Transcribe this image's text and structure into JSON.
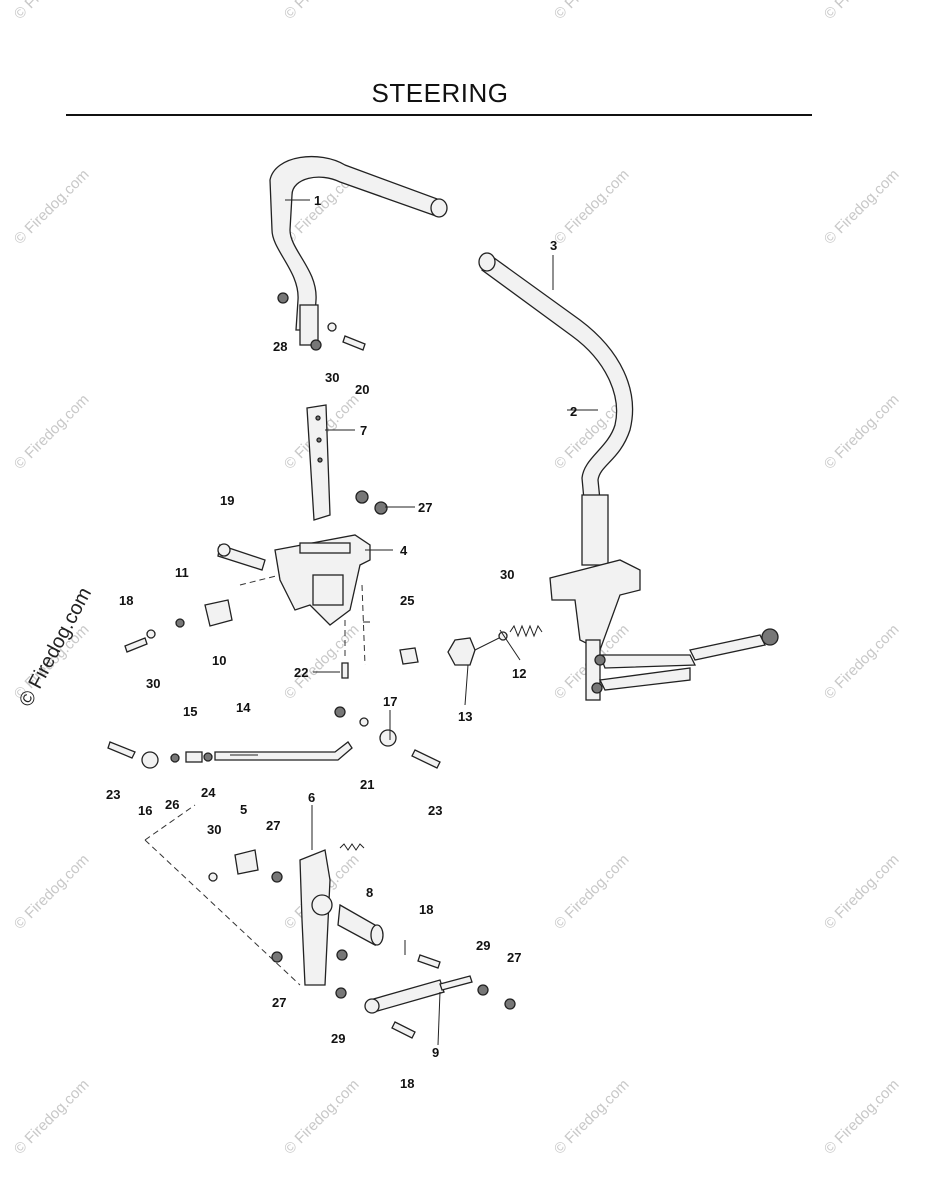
{
  "title": "STEERING",
  "watermark": "© Firedog.com",
  "side_watermark": "© Firedog.com",
  "callouts": [
    {
      "id": "c1",
      "text": "1"
    },
    {
      "id": "c2",
      "text": "2"
    },
    {
      "id": "c3",
      "text": "3"
    },
    {
      "id": "c4",
      "text": "4"
    },
    {
      "id": "c5",
      "text": "5"
    },
    {
      "id": "c6",
      "text": "6"
    },
    {
      "id": "c7",
      "text": "7"
    },
    {
      "id": "c8",
      "text": "8"
    },
    {
      "id": "c9",
      "text": "9"
    },
    {
      "id": "c10",
      "text": "10"
    },
    {
      "id": "c11",
      "text": "11"
    },
    {
      "id": "c12",
      "text": "12"
    },
    {
      "id": "c13",
      "text": "13"
    },
    {
      "id": "c14",
      "text": "14"
    },
    {
      "id": "c15",
      "text": "15"
    },
    {
      "id": "c16",
      "text": "16"
    },
    {
      "id": "c17",
      "text": "17"
    },
    {
      "id": "c18a",
      "text": "18"
    },
    {
      "id": "c18b",
      "text": "18"
    },
    {
      "id": "c18c",
      "text": "18"
    },
    {
      "id": "c19",
      "text": "19"
    },
    {
      "id": "c20",
      "text": "20"
    },
    {
      "id": "c21",
      "text": "21"
    },
    {
      "id": "c22",
      "text": "22"
    },
    {
      "id": "c23a",
      "text": "23"
    },
    {
      "id": "c23b",
      "text": "23"
    },
    {
      "id": "c24",
      "text": "24"
    },
    {
      "id": "c25",
      "text": "25"
    },
    {
      "id": "c26",
      "text": "26"
    },
    {
      "id": "c27a",
      "text": "27"
    },
    {
      "id": "c27b",
      "text": "27"
    },
    {
      "id": "c27c",
      "text": "27"
    },
    {
      "id": "c27d",
      "text": "27"
    },
    {
      "id": "c28",
      "text": "28"
    },
    {
      "id": "c29a",
      "text": "29"
    },
    {
      "id": "c29b",
      "text": "29"
    },
    {
      "id": "c30a",
      "text": "30"
    },
    {
      "id": "c30b",
      "text": "30"
    },
    {
      "id": "c30c",
      "text": "30"
    },
    {
      "id": "c30d",
      "text": "30"
    }
  ]
}
